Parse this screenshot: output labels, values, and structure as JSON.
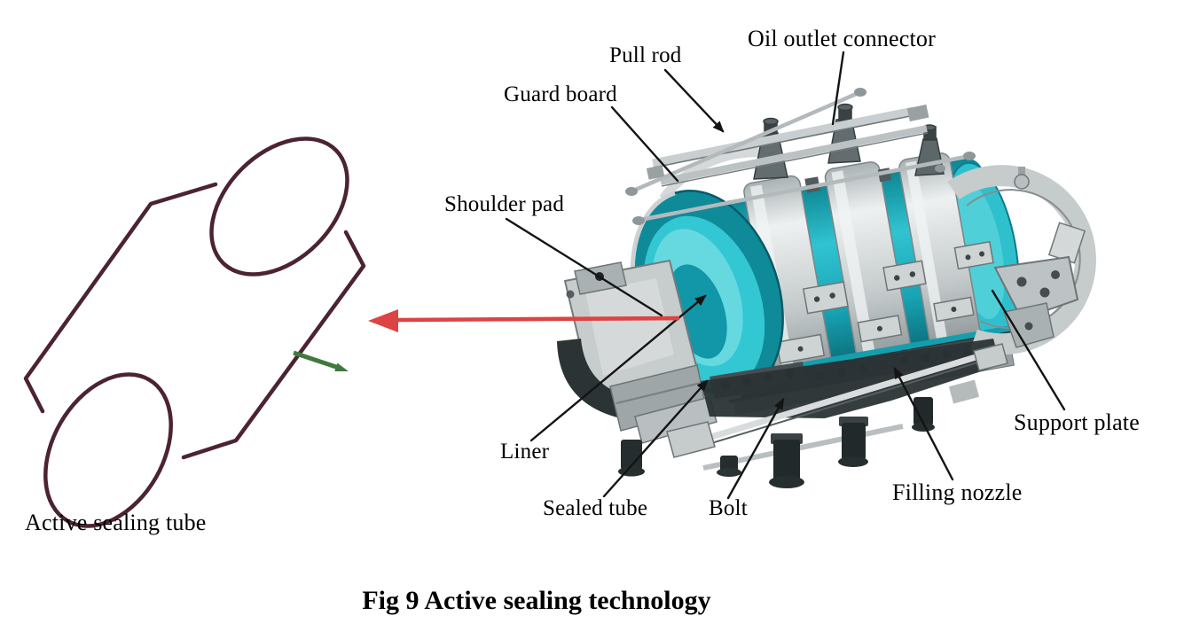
{
  "figure": {
    "caption": "Fig 9 Active sealing technology",
    "left_drawing": {
      "label": "Active sealing tube"
    },
    "machine_labels": {
      "guard_board": "Guard board",
      "pull_rod": "Pull rod",
      "oil_outlet_connector": "Oil outlet connector",
      "shoulder_pad": "Shoulder pad",
      "liner": "Liner",
      "sealed_tube": "Sealed tube",
      "bolt": "Bolt",
      "filling_nozzle": "Filling nozzle",
      "support_plate": "Support plate"
    },
    "colors": {
      "machine_teal": "#25b9c8",
      "machine_teal_dark": "#0d7f90",
      "machine_steel": "#cfd4d4",
      "machine_steel_dark": "#6e7678",
      "machine_shadow": "#2b3335",
      "pointer_red": "#dd4343",
      "nozzle_green": "#3e7a3e",
      "tube_outline": "#4b2430",
      "label_ink": "#000000"
    }
  }
}
